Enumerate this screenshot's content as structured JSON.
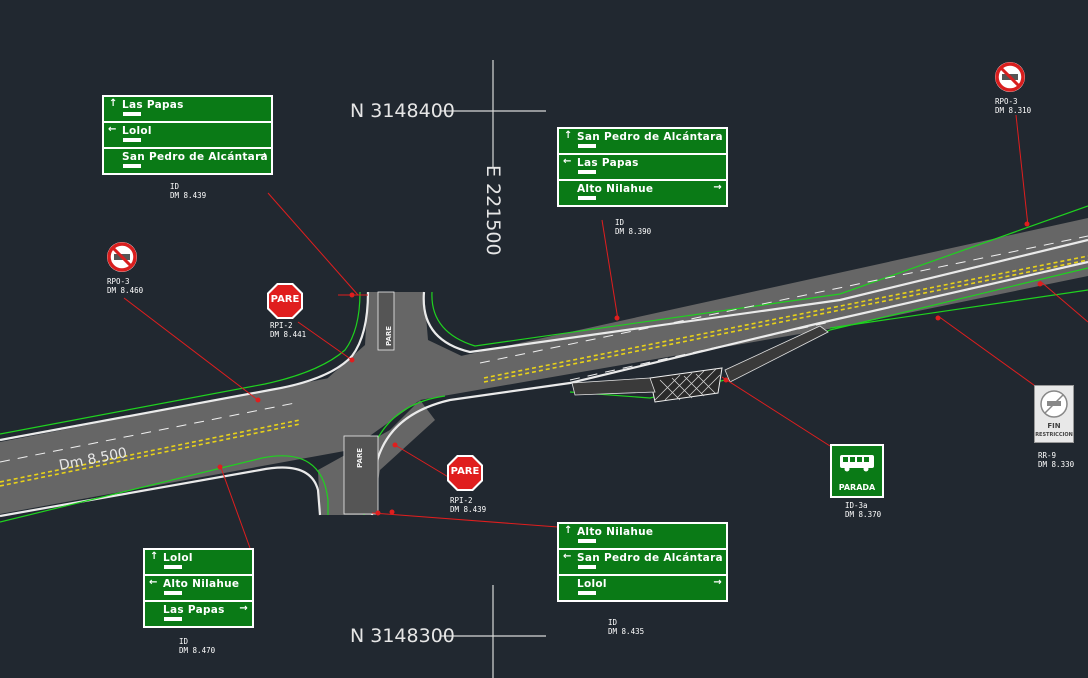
{
  "coordinates": {
    "north_top": "N 3148400",
    "north_bottom": "N 3148300",
    "east": "E 221500"
  },
  "road": {
    "dm_label": "Dm 8.500"
  },
  "markings": {
    "pare_top": "PARE",
    "pare_bottom": "PARE",
    "pare_word": "PARE",
    "parada_word": "PARADA",
    "fin_word": "FIN",
    "restriccion_word": "RESTRICCION"
  },
  "guide_signs": {
    "top_left": {
      "rows": [
        {
          "arrow": "↑",
          "dir": "up",
          "text": "Las Papas"
        },
        {
          "arrow": "←",
          "dir": "left",
          "text": "Lolol"
        },
        {
          "arrow": "→",
          "dir": "right",
          "text": "San Pedro de Alcántara"
        }
      ],
      "code": "ID",
      "dm": "DM 8.439"
    },
    "top_mid": {
      "rows": [
        {
          "arrow": "↑",
          "dir": "up",
          "text": "San Pedro de Alcántara"
        },
        {
          "arrow": "←",
          "dir": "left",
          "text": "Las Papas"
        },
        {
          "arrow": "→",
          "dir": "right",
          "text": "Alto Nilahue"
        }
      ],
      "code": "ID",
      "dm": "DM 8.390"
    },
    "bottom_left": {
      "rows": [
        {
          "arrow": "↑",
          "dir": "up",
          "text": "Lolol"
        },
        {
          "arrow": "←",
          "dir": "left",
          "text": "Alto Nilahue"
        },
        {
          "arrow": "→",
          "dir": "right",
          "text": "Las Papas"
        }
      ],
      "code": "ID",
      "dm": "DM 8.470"
    },
    "bottom_mid": {
      "rows": [
        {
          "arrow": "↑",
          "dir": "up",
          "text": "Alto Nilahue"
        },
        {
          "arrow": "←",
          "dir": "left",
          "text": "San Pedro de Alcántara"
        },
        {
          "arrow": "→",
          "dir": "right",
          "text": "Lolol"
        }
      ],
      "code": "ID",
      "dm": "DM 8.435"
    }
  },
  "reg_signs": {
    "rpo_left": {
      "code": "RPO-3",
      "dm": "DM 8.460"
    },
    "rpo_right": {
      "code": "RPO-3",
      "dm": "DM 8.310"
    },
    "rpi_top": {
      "code": "RPI-2",
      "dm": "DM 8.441"
    },
    "rpi_bottom": {
      "code": "RPI-2",
      "dm": "DM 8.439"
    },
    "bus": {
      "code": "ID-3a",
      "dm": "DM 8.370"
    },
    "fin": {
      "code": "RR-9",
      "dm": "DM 8.330"
    }
  },
  "colors": {
    "background": "#212830",
    "asphalt": "#6b6b6b",
    "edge": "#e8e8e8",
    "shoulder_line": "#1fd21f",
    "leader": "#e01e1e",
    "sign_green": "#0a7a16",
    "center_line": "#e8d21a"
  }
}
